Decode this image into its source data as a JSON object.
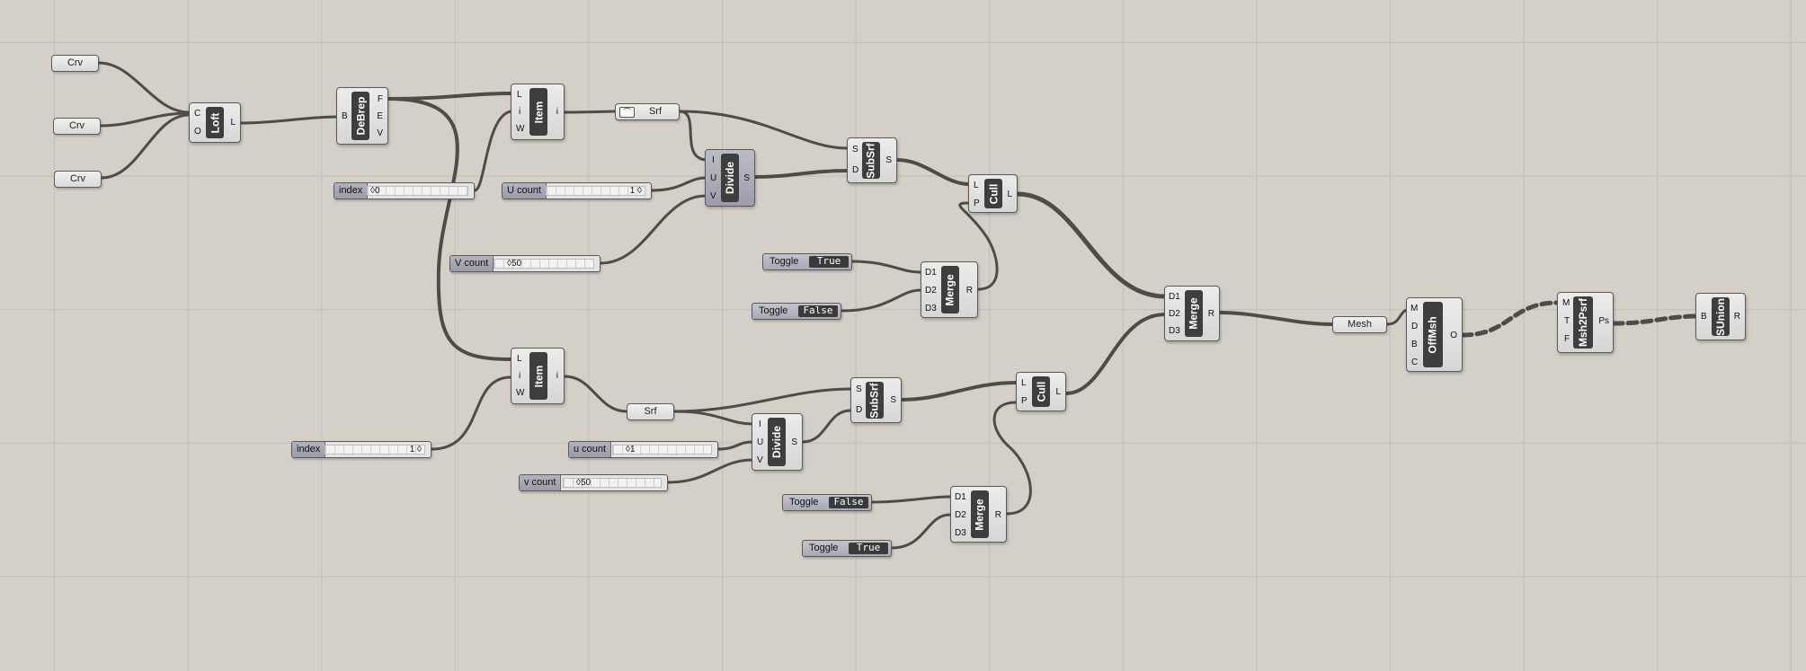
{
  "nodes": {
    "crv1": "Crv",
    "crv2": "Crv",
    "crv3": "Crv",
    "loft": {
      "name": "Loft",
      "in": [
        "C",
        "O"
      ],
      "out": [
        "L"
      ]
    },
    "debrep": {
      "name": "DeBrep",
      "in": [
        "B"
      ],
      "out": [
        "F",
        "E",
        "V"
      ]
    },
    "item_top": {
      "name": "Item",
      "in": [
        "L",
        "i",
        "W"
      ],
      "out": [
        "i"
      ]
    },
    "srf_top": "Srf",
    "index_top": {
      "label": "index",
      "value": "0"
    },
    "ucount_top": {
      "label": "U count",
      "value": "1"
    },
    "vcount_top": {
      "label": "V count",
      "value": "50"
    },
    "divide_top": {
      "name": "Divide",
      "in": [
        "I",
        "U",
        "V"
      ],
      "out": [
        "S"
      ]
    },
    "subsrf_top": {
      "name": "SubSrf",
      "in": [
        "S",
        "D"
      ],
      "out": [
        "S"
      ]
    },
    "cull_top": {
      "name": "Cull",
      "in": [
        "L",
        "P"
      ],
      "out": [
        "L"
      ]
    },
    "toggle_true_top": {
      "label": "Toggle",
      "state": "True"
    },
    "toggle_false_top": {
      "label": "Toggle",
      "state": "False"
    },
    "merge_top": {
      "name": "Merge",
      "in": [
        "D1",
        "D2",
        "D3"
      ],
      "out": [
        "R"
      ]
    },
    "merge_main": {
      "name": "Merge",
      "in": [
        "D1",
        "D2",
        "D3"
      ],
      "out": [
        "R"
      ]
    },
    "mesh": "Mesh",
    "offmsh": {
      "name": "OffMsh",
      "in": [
        "M",
        "D",
        "B",
        "C"
      ],
      "out": [
        "O"
      ]
    },
    "msh2psrf": {
      "name": "Msh2Psrf",
      "in": [
        "M",
        "T",
        "F"
      ],
      "out": [
        "Ps"
      ]
    },
    "sunion": {
      "name": "SUnion",
      "in": [
        "B"
      ],
      "out": [
        "R"
      ]
    },
    "item_bot": {
      "name": "Item",
      "in": [
        "L",
        "i",
        "W"
      ],
      "out": [
        "i"
      ]
    },
    "index_bot": {
      "label": "index",
      "value": "1"
    },
    "srf_bot": "Srf",
    "ucount_bot": {
      "label": "u count",
      "value": "1"
    },
    "vcount_bot": {
      "label": "v count",
      "value": "50"
    },
    "divide_bot": {
      "name": "Divide",
      "in": [
        "I",
        "U",
        "V"
      ],
      "out": [
        "S"
      ]
    },
    "subsrf_bot": {
      "name": "SubSrf",
      "in": [
        "S",
        "D"
      ],
      "out": [
        "S"
      ]
    },
    "cull_bot": {
      "name": "Cull",
      "in": [
        "L",
        "P"
      ],
      "out": [
        "L"
      ]
    },
    "toggle_false_bot": {
      "label": "Toggle",
      "state": "False"
    },
    "toggle_true_bot": {
      "label": "Toggle",
      "state": "True"
    },
    "merge_bot": {
      "name": "Merge",
      "in": [
        "D1",
        "D2",
        "D3"
      ],
      "out": [
        "R"
      ]
    }
  },
  "icons": {
    "slider_diamond": "◊",
    "surface_icon": "⌒"
  },
  "colors": {
    "canvas": "#d4d0c8",
    "wire": "#4e4c49",
    "component_core": "#3e3e3e"
  }
}
